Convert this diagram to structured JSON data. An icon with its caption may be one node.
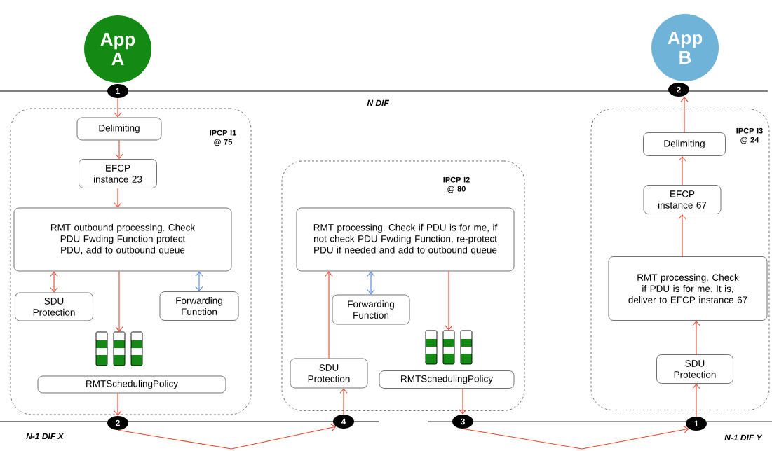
{
  "diagram": {
    "nodes": [
      {
        "text": [
          "App A"
        ]
      },
      {
        "text": [
          "App B"
        ]
      },
      {
        "text": [
          "1"
        ]
      },
      {
        "text": [
          "2"
        ]
      },
      {
        "text": [
          "IPCP I1 @ 75"
        ]
      },
      {
        "text": [
          "Delimiting"
        ],
        "in": 4
      },
      {
        "text": [
          "EFCP instance 23"
        ],
        "in": 4
      },
      {
        "text": [
          "RMT outbound processing. Check PDU Fwding Function protect PDU, add to outbound queue"
        ],
        "in": 4
      },
      {
        "text": [
          "SDU Protection"
        ],
        "in": 4
      },
      {
        "text": [
          "Forwarding Function"
        ],
        "in": 4
      },
      {
        "text": [],
        "shape": "queue",
        "in": 4
      },
      {
        "text": [
          "RMTSchedulingPolicy"
        ],
        "in": 4
      },
      {
        "text": [
          "2"
        ]
      },
      {
        "text": [
          "IPCP I2 @ 80"
        ]
      },
      {
        "text": [
          "RMT processing. Check if PDU is for me, if not check PDU Fwding Function, re-protect PDU if needed and add to outbound queue"
        ],
        "in": 13
      },
      {
        "text": [
          "Forwarding Function"
        ],
        "in": 13
      },
      {
        "text": [
          "SDU Protection"
        ],
        "in": 13
      },
      {
        "text": [],
        "shape": "queue",
        "in": 13
      },
      {
        "text": [
          "RMTSchedulingPolicy"
        ],
        "in": 13
      },
      {
        "text": [
          "4"
        ]
      },
      {
        "text": [
          "3"
        ]
      },
      {
        "text": [
          "IPCP I3 @ 24"
        ]
      },
      {
        "text": [
          "Delimiting"
        ],
        "in": 21
      },
      {
        "text": [
          "EFCP instance 67"
        ],
        "in": 21
      },
      {
        "text": [
          "RMT processing. Check if PDU is for me. It is, deliver to EFCP instance 67"
        ],
        "in": 21
      },
      {
        "text": [
          "SDU Protection"
        ],
        "in": 21
      },
      {
        "text": [
          "1"
        ]
      }
    ],
    "edges": [
      {
        "from": 2,
        "to": 5,
        "arrow": "to"
      },
      {
        "from": 5,
        "to": 6,
        "arrow": "to"
      },
      {
        "from": 6,
        "to": 7,
        "arrow": "to"
      },
      {
        "from": 7,
        "to": 8,
        "arrow": "both"
      },
      {
        "from": 7,
        "to": 9,
        "arrow": "both",
        "color": "#4a86e8"
      },
      {
        "from": 7,
        "to": 10,
        "arrow": "to"
      },
      {
        "from": 11,
        "to": 12,
        "arrow": "to"
      },
      {
        "from": 12,
        "to": 19,
        "arrow": "to"
      },
      {
        "from": 19,
        "to": 16,
        "arrow": "to"
      },
      {
        "from": 16,
        "to": 14,
        "arrow": "to"
      },
      {
        "from": 14,
        "to": 15,
        "arrow": "both",
        "color": "#4a86e8"
      },
      {
        "from": 14,
        "to": 17,
        "arrow": "to"
      },
      {
        "from": 18,
        "to": 20,
        "arrow": "to"
      },
      {
        "from": 20,
        "to": 26,
        "arrow": "to"
      },
      {
        "from": 26,
        "to": 25,
        "arrow": "to"
      },
      {
        "from": 25,
        "to": 24,
        "arrow": "to"
      },
      {
        "from": 24,
        "to": 23,
        "arrow": "to"
      },
      {
        "from": 23,
        "to": 22,
        "arrow": "to"
      },
      {
        "from": 22,
        "to": 3,
        "arrow": "to"
      }
    ],
    "labels": [
      "N DIF",
      "N-1 DIF X",
      "N-1 DIF Y"
    ]
  }
}
